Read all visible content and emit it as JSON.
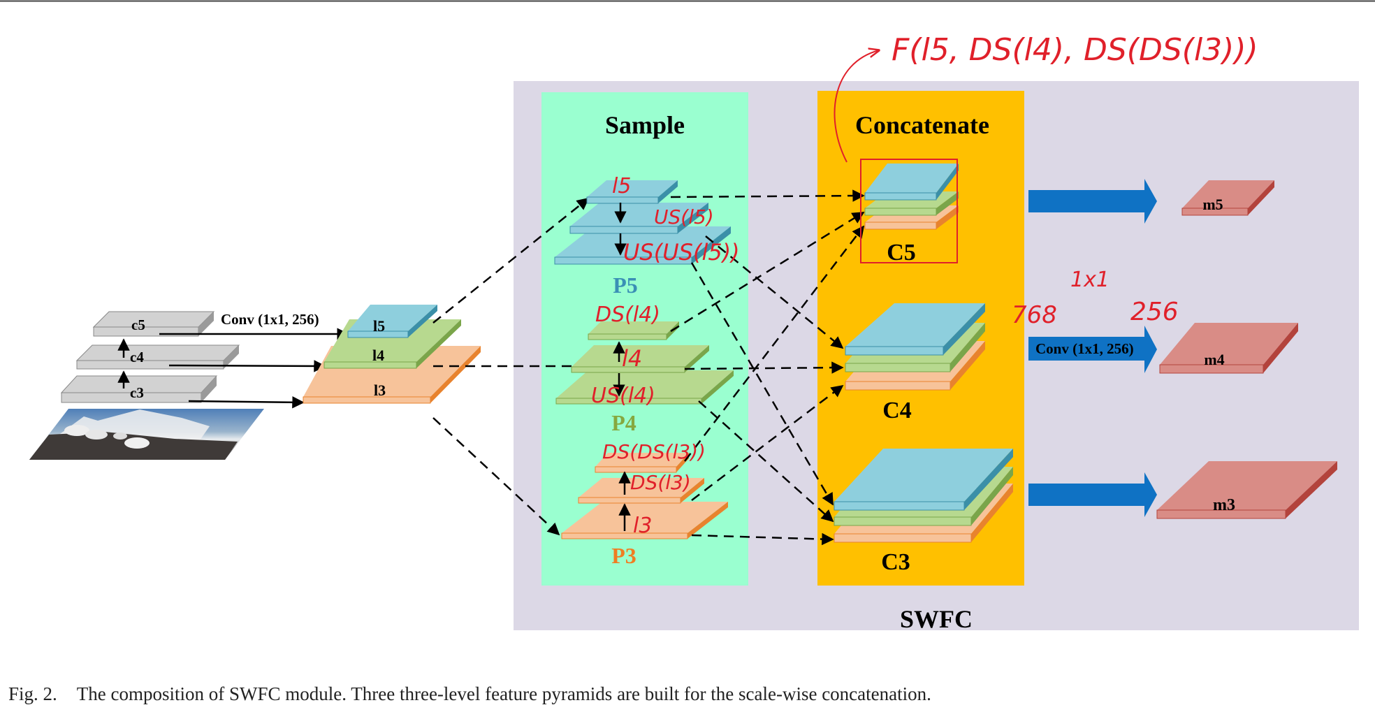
{
  "colors": {
    "blue": "#8ecfdd",
    "blue_side": "#3b8fa8",
    "green": "#b7d98f",
    "green_side": "#7aa54a",
    "orange": "#f7c39a",
    "orange_side": "#e8832e",
    "gray": "#d2d2d2",
    "gray_side": "#9a9a9a",
    "red": "#d98c86",
    "red_side": "#b3433c",
    "sample_bg": "#9affd0",
    "concat_bg": "#ffc000",
    "swfc_bg": "#dcd8e6",
    "arrow_blue": "#0f72c4",
    "annotation": "#e0202a",
    "p5_text": "#3a8fb5",
    "p4_text": "#86a83f",
    "p3_text": "#ef7d22"
  },
  "backbone": {
    "c5": "c5",
    "c4": "c4",
    "c3": "c3"
  },
  "conv_top_label": "Conv (1x1, 256)",
  "lateral": {
    "l5": "l5",
    "l4": "l4",
    "l3": "l3"
  },
  "sample": {
    "title": "Sample",
    "p5": "P5",
    "p4": "P4",
    "p3": "P3"
  },
  "concat": {
    "title": "Concatenate",
    "c5": "C5",
    "c4": "C4",
    "c3": "C3"
  },
  "outputs": {
    "m5": "m5",
    "m4": "m4",
    "m3": "m3",
    "conv_label": "Conv (1x1, 256)"
  },
  "module_name": "SWFC",
  "annotations": {
    "formula": "F(l5, DS(l4), DS(DS(l3)))",
    "l5": "l5",
    "us_l5": "US(l5)",
    "us_us_l5": "US(US(l5))",
    "ds_l4": "DS(l4)",
    "l4": "l4",
    "us_l4": "US(l4)",
    "ds_ds_l3": "DS(DS(l3))",
    "ds_l3": "DS(l3)",
    "l3": "l3",
    "in_ch": "768",
    "kernel": "1x1",
    "out_ch": "256"
  },
  "caption": {
    "fig": "Fig. 2.",
    "text": "The composition of SWFC module. Three three-level feature pyramids are built for the scale-wise concatenation."
  }
}
